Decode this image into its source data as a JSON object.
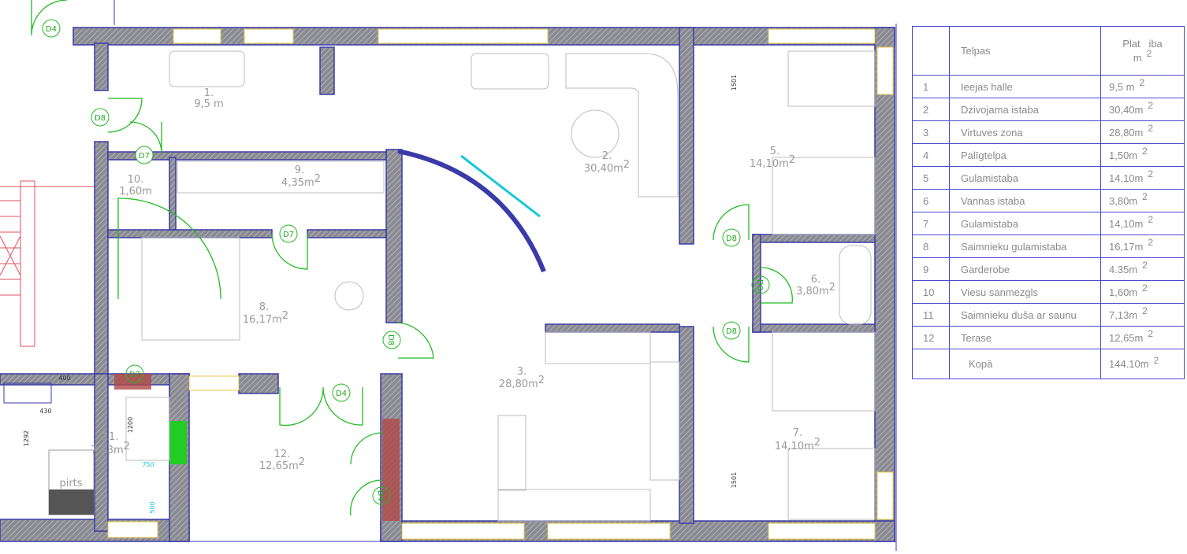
{
  "rooms": [
    {
      "num": "1.",
      "area": "9,5 m"
    },
    {
      "num": "2.",
      "area": "30,40m",
      "sup": "2"
    },
    {
      "num": "3.",
      "area": "28,80m",
      "sup": "2"
    },
    {
      "num": "5.",
      "area": "14,10m",
      "sup": "2"
    },
    {
      "num": "6.",
      "area": "3,80m",
      "sup": "2"
    },
    {
      "num": "7.",
      "area": "14,10m",
      "sup": "2"
    },
    {
      "num": "8.",
      "area": "16,17m",
      "sup": "2"
    },
    {
      "num": "9.",
      "area": "4,35m",
      "sup": "2"
    },
    {
      "num": "10.",
      "area": "1,60m"
    },
    {
      "num": "11.",
      "area": "7,13m",
      "sup": "2"
    },
    {
      "num": "12.",
      "area": "12,65m",
      "sup": "2"
    }
  ],
  "sauna_label": "pirts",
  "doors": [
    "D4",
    "D8",
    "D7",
    "D7",
    "D8",
    "D8",
    "D8",
    "D4",
    "D7",
    "D4",
    "D8"
  ],
  "dimensions": [
    "400",
    "430",
    "1292",
    "1200",
    "750",
    "500",
    "1501",
    "1501"
  ],
  "table": {
    "header": {
      "col_rooms": "Telpas",
      "col_area": "Plat   iba",
      "col_unit": "m",
      "unit_sup": "2"
    },
    "rows": [
      {
        "n": "1",
        "name": "Ieejas halle",
        "area": "9,5 m",
        "sup": "2"
      },
      {
        "n": "2",
        "name": "Dzivojama istaba",
        "area": "30,40m",
        "sup": "2"
      },
      {
        "n": "3",
        "name": "Virtuves zona",
        "area": "28,80m",
        "sup": "2"
      },
      {
        "n": "4",
        "name": "Palīgtelpa",
        "area": "1,50m",
        "sup": "2"
      },
      {
        "n": "5",
        "name": "Gulamistaba",
        "area": "14,10m",
        "sup": "2"
      },
      {
        "n": "6",
        "name": "Vannas istaba",
        "area": "3,80m",
        "sup": "2"
      },
      {
        "n": "7",
        "name": "Gulamistaba",
        "area": "14,10m",
        "sup": "2"
      },
      {
        "n": "8",
        "name": "Saimnieku gulamistaba",
        "area": "16,17m",
        "sup": "2"
      },
      {
        "n": "9",
        "name": "Garderobe",
        "area": "4.35m",
        "sup": "2"
      },
      {
        "n": "10",
        "name": "Viesu sanmezgls",
        "area": "1,60m",
        "sup": "2"
      },
      {
        "n": "11",
        "name": "Saimnieku duša ar saunu",
        "area": "7,13m",
        "sup": "2"
      },
      {
        "n": "12",
        "name": "Terase",
        "area": "12,65m",
        "sup": "2"
      }
    ],
    "total": {
      "name": "Kopā",
      "area": "144.10m",
      "sup": "2"
    }
  },
  "colors": {
    "wall_outline": "#3a3aa8",
    "door": "#22bb22",
    "window": "#e6c84a",
    "table_border": "#4a4ad0",
    "stairs": "#e05060"
  }
}
